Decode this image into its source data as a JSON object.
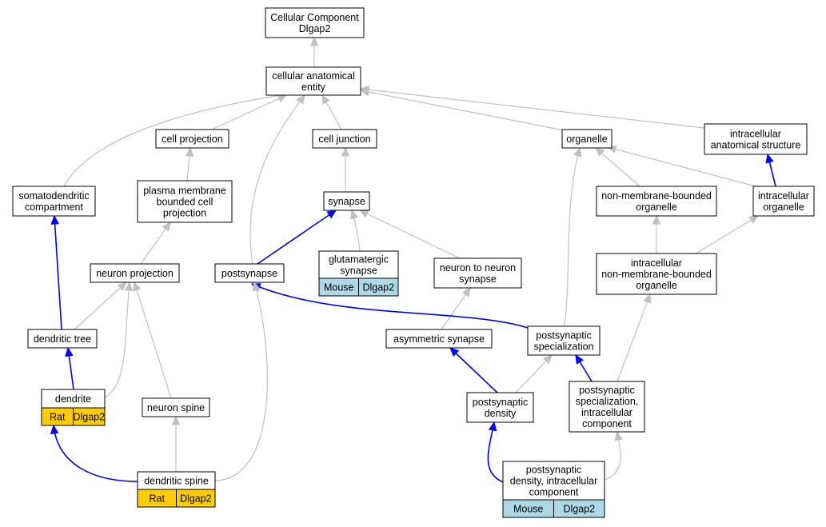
{
  "colors": {
    "edge_is_a": "#c0c0c0",
    "edge_part_of": "#0000ff",
    "rat_annotation": "#ffcc00",
    "mouse_annotation": "#add8e6"
  },
  "nodes": {
    "root": {
      "lines": [
        "Cellular Component",
        "Dlgap2"
      ]
    },
    "cellular_anatomical_entity": {
      "lines": [
        "cellular anatomical",
        "entity"
      ]
    },
    "cell_projection": {
      "lines": [
        "cell projection"
      ]
    },
    "cell_junction": {
      "lines": [
        "cell junction"
      ]
    },
    "organelle": {
      "lines": [
        "organelle"
      ]
    },
    "intracellular_anatomical_structure": {
      "lines": [
        "intracellular",
        "anatomical structure"
      ]
    },
    "somatodendritic_compartment": {
      "lines": [
        "somatodendritic",
        "compartment"
      ]
    },
    "plasma_membrane_bounded_cell_projection": {
      "lines": [
        "plasma membrane",
        "bounded cell",
        "projection"
      ]
    },
    "synapse": {
      "lines": [
        "synapse"
      ]
    },
    "non_membrane_bounded_organelle": {
      "lines": [
        "non-membrane-bounded",
        "organelle"
      ]
    },
    "intracellular_organelle": {
      "lines": [
        "intracellular",
        "organelle"
      ]
    },
    "neuron_projection": {
      "lines": [
        "neuron projection"
      ]
    },
    "postsynapse": {
      "lines": [
        "postsynapse"
      ]
    },
    "glutamatergic_synapse": {
      "lines": [
        "glutamatergic",
        "synapse"
      ],
      "annotations": [
        {
          "label": "Mouse",
          "species": "mouse"
        },
        {
          "label": "Dlgap2",
          "species": "mouse"
        }
      ]
    },
    "neuron_to_neuron_synapse": {
      "lines": [
        "neuron to neuron",
        "synapse"
      ]
    },
    "intracellular_non_membrane_bounded_organelle": {
      "lines": [
        "intracellular",
        "non-membrane-bounded",
        "organelle"
      ]
    },
    "dendritic_tree": {
      "lines": [
        "dendritic tree"
      ]
    },
    "asymmetric_synapse": {
      "lines": [
        "asymmetric synapse"
      ]
    },
    "postsynaptic_specialization": {
      "lines": [
        "postsynaptic",
        "specialization"
      ]
    },
    "dendrite": {
      "lines": [
        "dendrite"
      ],
      "annotations": [
        {
          "label": "Rat",
          "species": "rat"
        },
        {
          "label": "Dlgap2",
          "species": "rat"
        }
      ]
    },
    "neuron_spine": {
      "lines": [
        "neuron spine"
      ]
    },
    "postsynaptic_density": {
      "lines": [
        "postsynaptic",
        "density"
      ]
    },
    "postsynaptic_specialization_intracellular_component": {
      "lines": [
        "postsynaptic",
        "specialization,",
        "intracellular",
        "component"
      ]
    },
    "dendritic_spine": {
      "lines": [
        "dendritic spine"
      ],
      "annotations": [
        {
          "label": "Rat",
          "species": "rat"
        },
        {
          "label": "Dlgap2",
          "species": "rat"
        }
      ]
    },
    "postsynaptic_density_intracellular_component": {
      "lines": [
        "postsynaptic",
        "density, intracellular",
        "component"
      ],
      "annotations": [
        {
          "label": "Mouse",
          "species": "mouse"
        },
        {
          "label": "Dlgap2",
          "species": "mouse"
        }
      ]
    }
  },
  "edges": [
    {
      "from": "cellular_anatomical_entity",
      "to": "root",
      "type": "is_a"
    },
    {
      "from": "cell_projection",
      "to": "cellular_anatomical_entity",
      "type": "is_a"
    },
    {
      "from": "cell_junction",
      "to": "cellular_anatomical_entity",
      "type": "is_a"
    },
    {
      "from": "organelle",
      "to": "cellular_anatomical_entity",
      "type": "is_a"
    },
    {
      "from": "intracellular_anatomical_structure",
      "to": "cellular_anatomical_entity",
      "type": "is_a"
    },
    {
      "from": "somatodendritic_compartment",
      "to": "cellular_anatomical_entity",
      "type": "is_a"
    },
    {
      "from": "postsynapse",
      "to": "cellular_anatomical_entity",
      "type": "is_a"
    },
    {
      "from": "plasma_membrane_bounded_cell_projection",
      "to": "cell_projection",
      "type": "is_a"
    },
    {
      "from": "synapse",
      "to": "cell_junction",
      "type": "is_a"
    },
    {
      "from": "non_membrane_bounded_organelle",
      "to": "organelle",
      "type": "is_a"
    },
    {
      "from": "intracellular_organelle",
      "to": "organelle",
      "type": "is_a"
    },
    {
      "from": "intracellular_organelle",
      "to": "intracellular_anatomical_structure",
      "type": "part_of"
    },
    {
      "from": "neuron_projection",
      "to": "plasma_membrane_bounded_cell_projection",
      "type": "is_a"
    },
    {
      "from": "postsynapse",
      "to": "synapse",
      "type": "part_of"
    },
    {
      "from": "glutamatergic_synapse",
      "to": "synapse",
      "type": "is_a"
    },
    {
      "from": "neuron_to_neuron_synapse",
      "to": "synapse",
      "type": "is_a"
    },
    {
      "from": "intracellular_non_membrane_bounded_organelle",
      "to": "non_membrane_bounded_organelle",
      "type": "is_a"
    },
    {
      "from": "intracellular_non_membrane_bounded_organelle",
      "to": "intracellular_organelle",
      "type": "is_a"
    },
    {
      "from": "dendritic_tree",
      "to": "somatodendritic_compartment",
      "type": "part_of"
    },
    {
      "from": "dendritic_tree",
      "to": "neuron_projection",
      "type": "is_a"
    },
    {
      "from": "asymmetric_synapse",
      "to": "neuron_to_neuron_synapse",
      "type": "is_a"
    },
    {
      "from": "postsynaptic_specialization",
      "to": "postsynapse",
      "type": "part_of"
    },
    {
      "from": "postsynaptic_specialization",
      "to": "organelle",
      "type": "is_a"
    },
    {
      "from": "dendrite",
      "to": "dendritic_tree",
      "type": "part_of"
    },
    {
      "from": "dendrite",
      "to": "neuron_projection",
      "type": "is_a"
    },
    {
      "from": "neuron_spine",
      "to": "neuron_projection",
      "type": "is_a"
    },
    {
      "from": "postsynaptic_density",
      "to": "asymmetric_synapse",
      "type": "part_of"
    },
    {
      "from": "postsynaptic_density",
      "to": "postsynaptic_specialization",
      "type": "is_a"
    },
    {
      "from": "postsynaptic_specialization_intracellular_component",
      "to": "postsynaptic_specialization",
      "type": "part_of"
    },
    {
      "from": "postsynaptic_specialization_intracellular_component",
      "to": "intracellular_non_membrane_bounded_organelle",
      "type": "is_a"
    },
    {
      "from": "dendritic_spine",
      "to": "neuron_spine",
      "type": "is_a"
    },
    {
      "from": "dendritic_spine",
      "to": "dendrite",
      "type": "part_of"
    },
    {
      "from": "dendritic_spine",
      "to": "postsynapse",
      "type": "is_a"
    },
    {
      "from": "postsynaptic_density_intracellular_component",
      "to": "postsynaptic_density",
      "type": "part_of"
    },
    {
      "from": "postsynaptic_density_intracellular_component",
      "to": "postsynaptic_specialization_intracellular_component",
      "type": "is_a"
    }
  ]
}
